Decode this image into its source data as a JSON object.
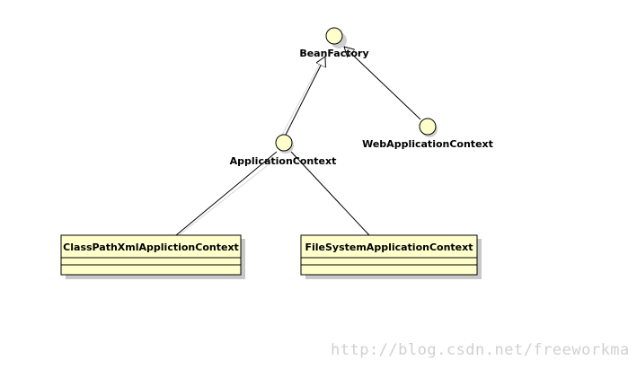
{
  "diagram": {
    "interfaces": {
      "bean_factory": "BeanFactory",
      "application_context": "ApplicationContext",
      "web_application_context": "WebApplicationContext"
    },
    "classes": {
      "classpath_xml": "ClassPathXmlApplictionContext",
      "file_system": "FileSystemApplicationContext"
    }
  },
  "watermark": "http://blog.csdn.net/freeworkman",
  "colors": {
    "fill": "#ffffcc",
    "stroke": "#000000",
    "shadow": "#c8c8c8"
  }
}
